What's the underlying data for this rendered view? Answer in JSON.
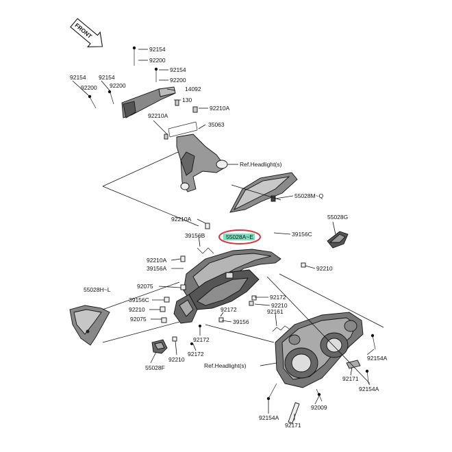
{
  "front_label": "FRONT",
  "highlight_color": "#d9333f",
  "highlight_fill": "#7fe0c0",
  "labels": {
    "l92154_top": "92154",
    "l92200_top": "92200",
    "l92154_b": "92154",
    "l92200_b": "92200",
    "l14092": "14092",
    "l92154_left": "92154",
    "l92200_left": "92200",
    "l92154_left2": "92154",
    "l92200_left2": "92200",
    "l130": "130",
    "l92210A_r": "92210A",
    "l92210A_l": "92210A",
    "l35063": "35063",
    "ref_top": "Ref.Headlight(s)",
    "l55028MQ": "55028M~Q",
    "l55028G": "55028G",
    "l92210A_m": "92210A",
    "l55028AE": "55028A~E",
    "l39156C_r": "39156C",
    "l39156B": "39156B",
    "l92210A_m2": "92210A",
    "l39156A": "39156A",
    "l92210_r": "92210",
    "l92075_a": "92075",
    "l55028HL": "55028H~L",
    "l39156C_l": "39156C",
    "l92172_a": "92172",
    "l92210_a": "92210",
    "l92210_b": "92210",
    "l92075_b": "92075",
    "l92172_b": "92172",
    "l39156": "39156",
    "l92161": "92161",
    "l92172_c": "92172",
    "l92210_c": "92210",
    "l92172_d": "92172",
    "l55028F": "55028F",
    "l92154A_r": "92154A",
    "ref_bottom": "Ref.Headlight(s)",
    "l92171_a": "92171",
    "l92154A_b": "92154A",
    "l92154A_l": "92154A",
    "l92009": "92009",
    "l92171_b": "92171"
  }
}
